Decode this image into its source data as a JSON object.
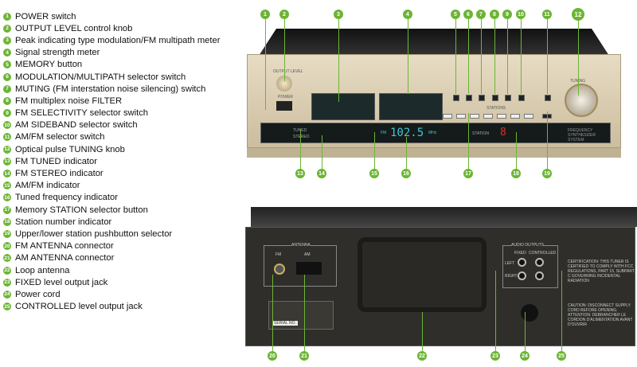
{
  "legend": [
    {
      "n": "1",
      "label": "POWER switch"
    },
    {
      "n": "2",
      "label": "OUTPUT LEVEL control knob"
    },
    {
      "n": "3",
      "label": "Peak indicating type modulation/FM multipath meter"
    },
    {
      "n": "4",
      "label": "Signal strength meter"
    },
    {
      "n": "5",
      "label": "MEMORY button"
    },
    {
      "n": "6",
      "label": "MODULATION/MULTIPATH selector switch"
    },
    {
      "n": "7",
      "label": "MUTING (FM interstation noise silencing) switch"
    },
    {
      "n": "8",
      "label": "FM multiplex noise FILTER"
    },
    {
      "n": "9",
      "label": "FM SELECTIVITY selector switch"
    },
    {
      "n": "10",
      "label": "AM SIDEBAND selector switch"
    },
    {
      "n": "11",
      "label": "AM/FM selector switch"
    },
    {
      "n": "12",
      "label": "Optical pulse TUNING knob"
    },
    {
      "n": "13",
      "label": "FM TUNED indicator"
    },
    {
      "n": "14",
      "label": "FM STEREO indicator"
    },
    {
      "n": "15",
      "label": "AM/FM indicator"
    },
    {
      "n": "16",
      "label": "Tuned frequency indicator"
    },
    {
      "n": "17",
      "label": "Memory STATION selector button"
    },
    {
      "n": "18",
      "label": "Station number indicator"
    },
    {
      "n": "19",
      "label": "Upper/lower station pushbutton selector"
    },
    {
      "n": "20",
      "label": "FM ANTENNA connector"
    },
    {
      "n": "21",
      "label": "AM ANTENNA connector"
    },
    {
      "n": "22",
      "label": "Loop antenna"
    },
    {
      "n": "23",
      "label": "FIXED level output jack"
    },
    {
      "n": "24",
      "label": "Power cord"
    },
    {
      "n": "25",
      "label": "CONTROLLED level output jack"
    }
  ],
  "front": {
    "frequency": "102.5",
    "station": "8",
    "tuning_label": "TUNING",
    "power_label": "POWER",
    "output_level_label": "OUTPUT LEVEL",
    "stations_label": "STATIONS",
    "tuned_label": "TUNED",
    "stereo_label": "STEREO",
    "station_label": "STATION",
    "fm_label": "FM",
    "mhz_label": "MHz",
    "synth_label": "FREQUENCY SYNTHESIZER SYSTEM"
  },
  "rear": {
    "antenna_label": "ANTENNA",
    "fm_label": "FM",
    "am_label": "AM",
    "audio_outputs_label": "AUDIO OUTPUTS",
    "fixed_label": "FIXED",
    "controlled_label": "CONTROLLED",
    "left_label": "LEFT",
    "right_label": "RIGHT",
    "certification": "CERTIFICATION: THIS TUNER IS CERTIFIED TO COMPLY WITH FCC REGULATIONS, PART 15, SUBPART C GOVERNING INCIDENTAL RADIATION",
    "caution": "CAUTION: DISCONNECT SUPPLY CORD BEFORE OPENING. ATTENTION: DEBRANCHER LE CORDON D'ALIMENTATION AVANT D'OUVRIR",
    "serial_label": "SERIAL NO."
  },
  "colors": {
    "callout": "#6cb534",
    "display": "#3ec8d8",
    "station_digit": "#e0302a"
  }
}
